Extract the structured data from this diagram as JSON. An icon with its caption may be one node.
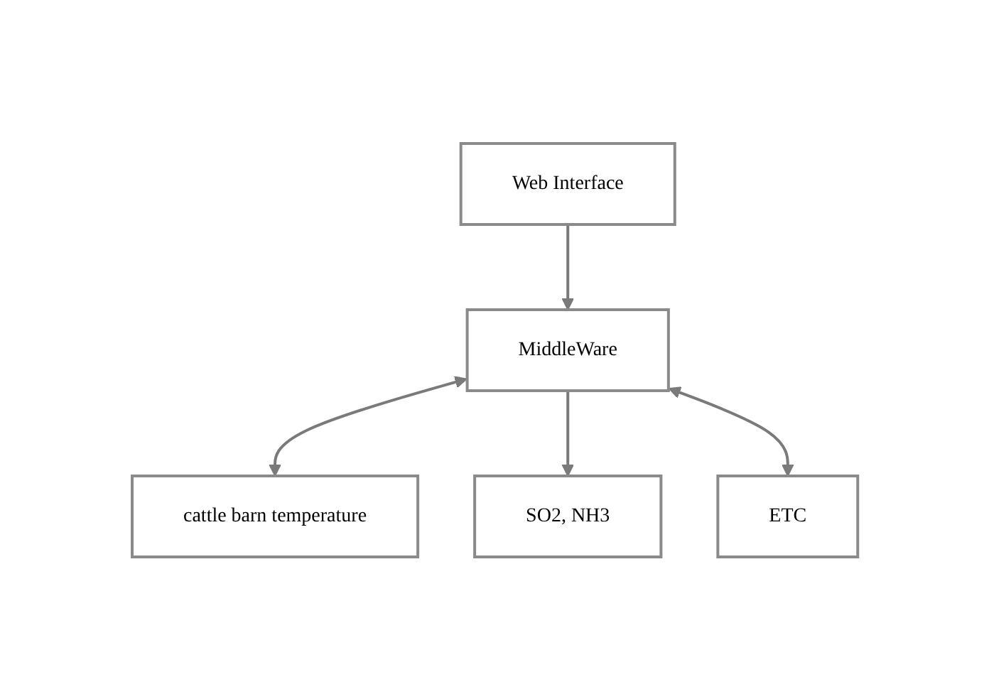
{
  "diagram": {
    "nodes": [
      {
        "text": [
          "Web Interface"
        ]
      },
      {
        "text": [
          "MiddleWare"
        ]
      },
      {
        "text": [
          "cattle barn temperature"
        ]
      },
      {
        "text": [
          "SO2, NH3"
        ]
      },
      {
        "text": [
          "ETC"
        ]
      }
    ],
    "edges": [
      {
        "from": 0,
        "to": 1,
        "arrow": "to"
      },
      {
        "from": 1,
        "to": 2,
        "arrow": "both"
      },
      {
        "from": 1,
        "to": 3,
        "arrow": "to"
      },
      {
        "from": 1,
        "to": 4,
        "arrow": "both"
      }
    ]
  }
}
